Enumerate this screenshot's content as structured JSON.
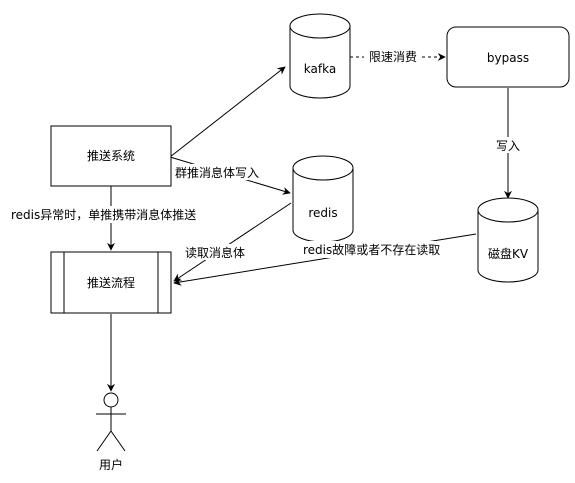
{
  "nodes": {
    "push_system": "推送系统",
    "push_flow": "推送流程",
    "kafka": "kafka",
    "bypass": "bypass",
    "redis": "redis",
    "disk_kv": "磁盘KV",
    "user": "用户"
  },
  "edges": {
    "rate_limit": "限速消费",
    "group_push_write": "群推消息体写入",
    "write": "写入",
    "redis_exception": "redis异常时，单推携带消息体推送",
    "read_body": "读取消息体",
    "redis_fault": "redis故障或者不存在读取"
  },
  "colors": {
    "stroke": "#000000",
    "fill": "#ffffff"
  }
}
